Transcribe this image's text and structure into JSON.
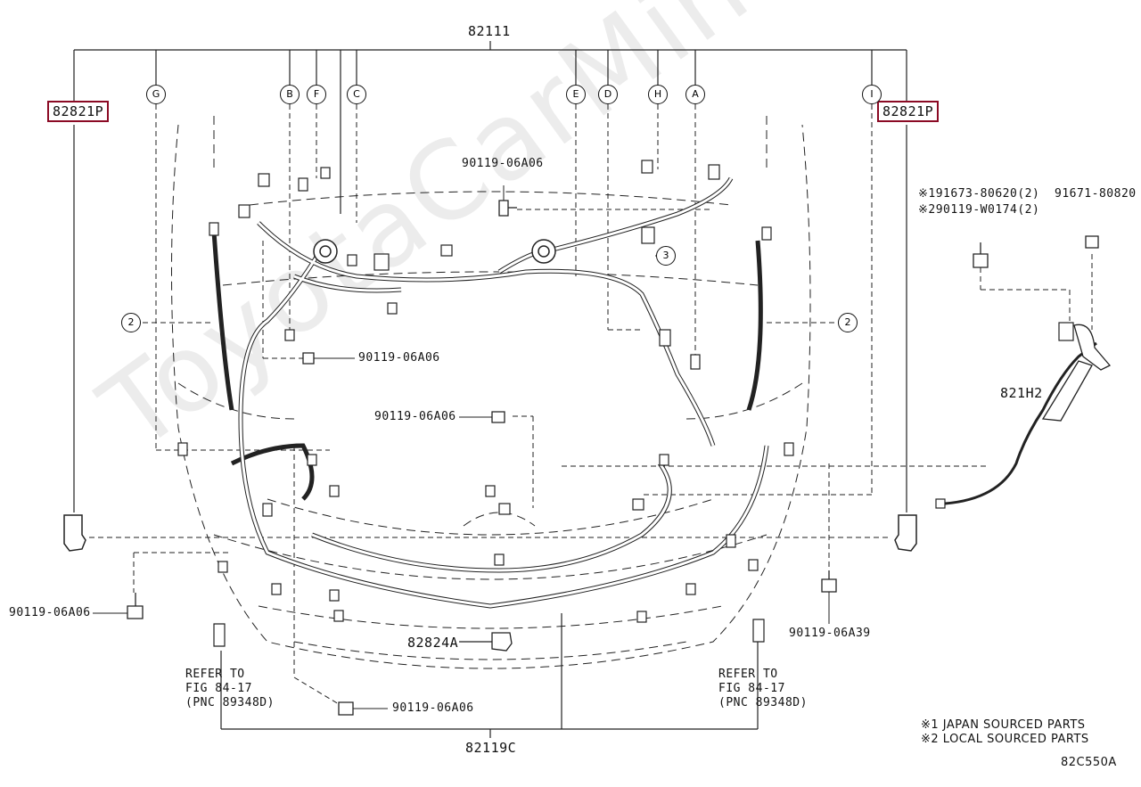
{
  "diagram": {
    "top_part": "82111",
    "bottom_part": "82119C",
    "left_boxed": "82821P",
    "right_boxed": "82821P",
    "callouts": [
      "G",
      "B",
      "F",
      "C",
      "E",
      "D",
      "H",
      "A",
      "I"
    ],
    "numbered": {
      "two_left": "2",
      "two_right": "2",
      "three": "3"
    },
    "bolts": {
      "top_center": "90119-06A06",
      "left_mid": "90119-06A06",
      "center": "90119-06A06",
      "bottom_left": "90119-06A06",
      "bottom_center": "90119-06A06",
      "bottom_right": "90119-06A39"
    },
    "right_parts": {
      "alt1": "※191673-80620(2)",
      "alt2": "※290119-W0174(2)",
      "bolt": "91671-80820",
      "harness": "821H2"
    },
    "clip": "82824A",
    "refer_left": [
      "REFER TO",
      "FIG 84-17",
      "(PNC 89348D)"
    ],
    "refer_right": [
      "REFER TO",
      "FIG 84-17",
      "(PNC 89348D)"
    ],
    "notes": [
      "※1 JAPAN SOURCED PARTS",
      "※2 LOCAL SOURCED PARTS"
    ],
    "fig_code": "82C550A",
    "watermark": "ToyotaCarMine.ru"
  }
}
